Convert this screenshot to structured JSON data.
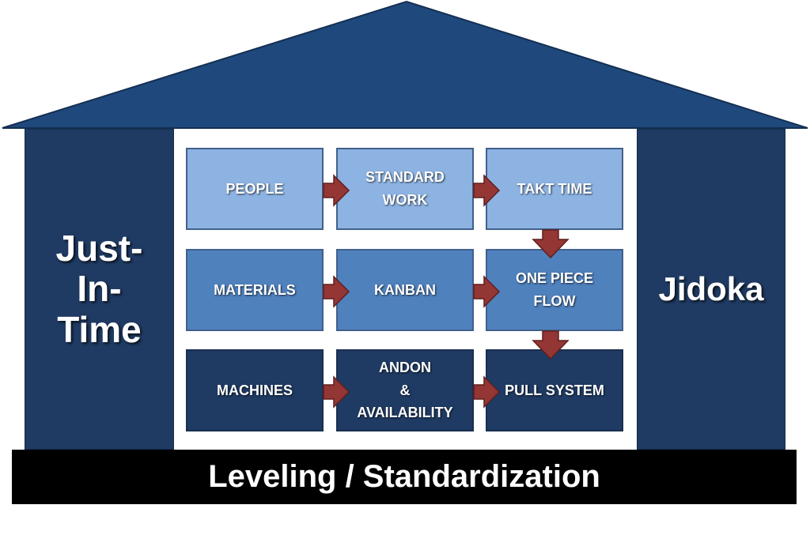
{
  "diagram": {
    "left_pillar": "Just-\nIn-\nTime",
    "right_pillar": "Jidoka",
    "foundation": "Leveling / Standardization",
    "grid": {
      "row1": [
        "PEOPLE",
        "STANDARD\nWORK",
        "TAKT TIME"
      ],
      "row2": [
        "MATERIALS",
        "KANBAN",
        "ONE PIECE\nFLOW"
      ],
      "row3": [
        "MACHINES",
        "ANDON\n&\nAVAILABILITY",
        "PULL SYSTEM"
      ]
    },
    "colors": {
      "roof": "#1f497d",
      "pillar": "#1f3b63",
      "row1": "#8db3e2",
      "row2": "#4f81bd",
      "row3": "#1f3b63",
      "arrow": "#943634",
      "foundation": "#000000"
    }
  }
}
